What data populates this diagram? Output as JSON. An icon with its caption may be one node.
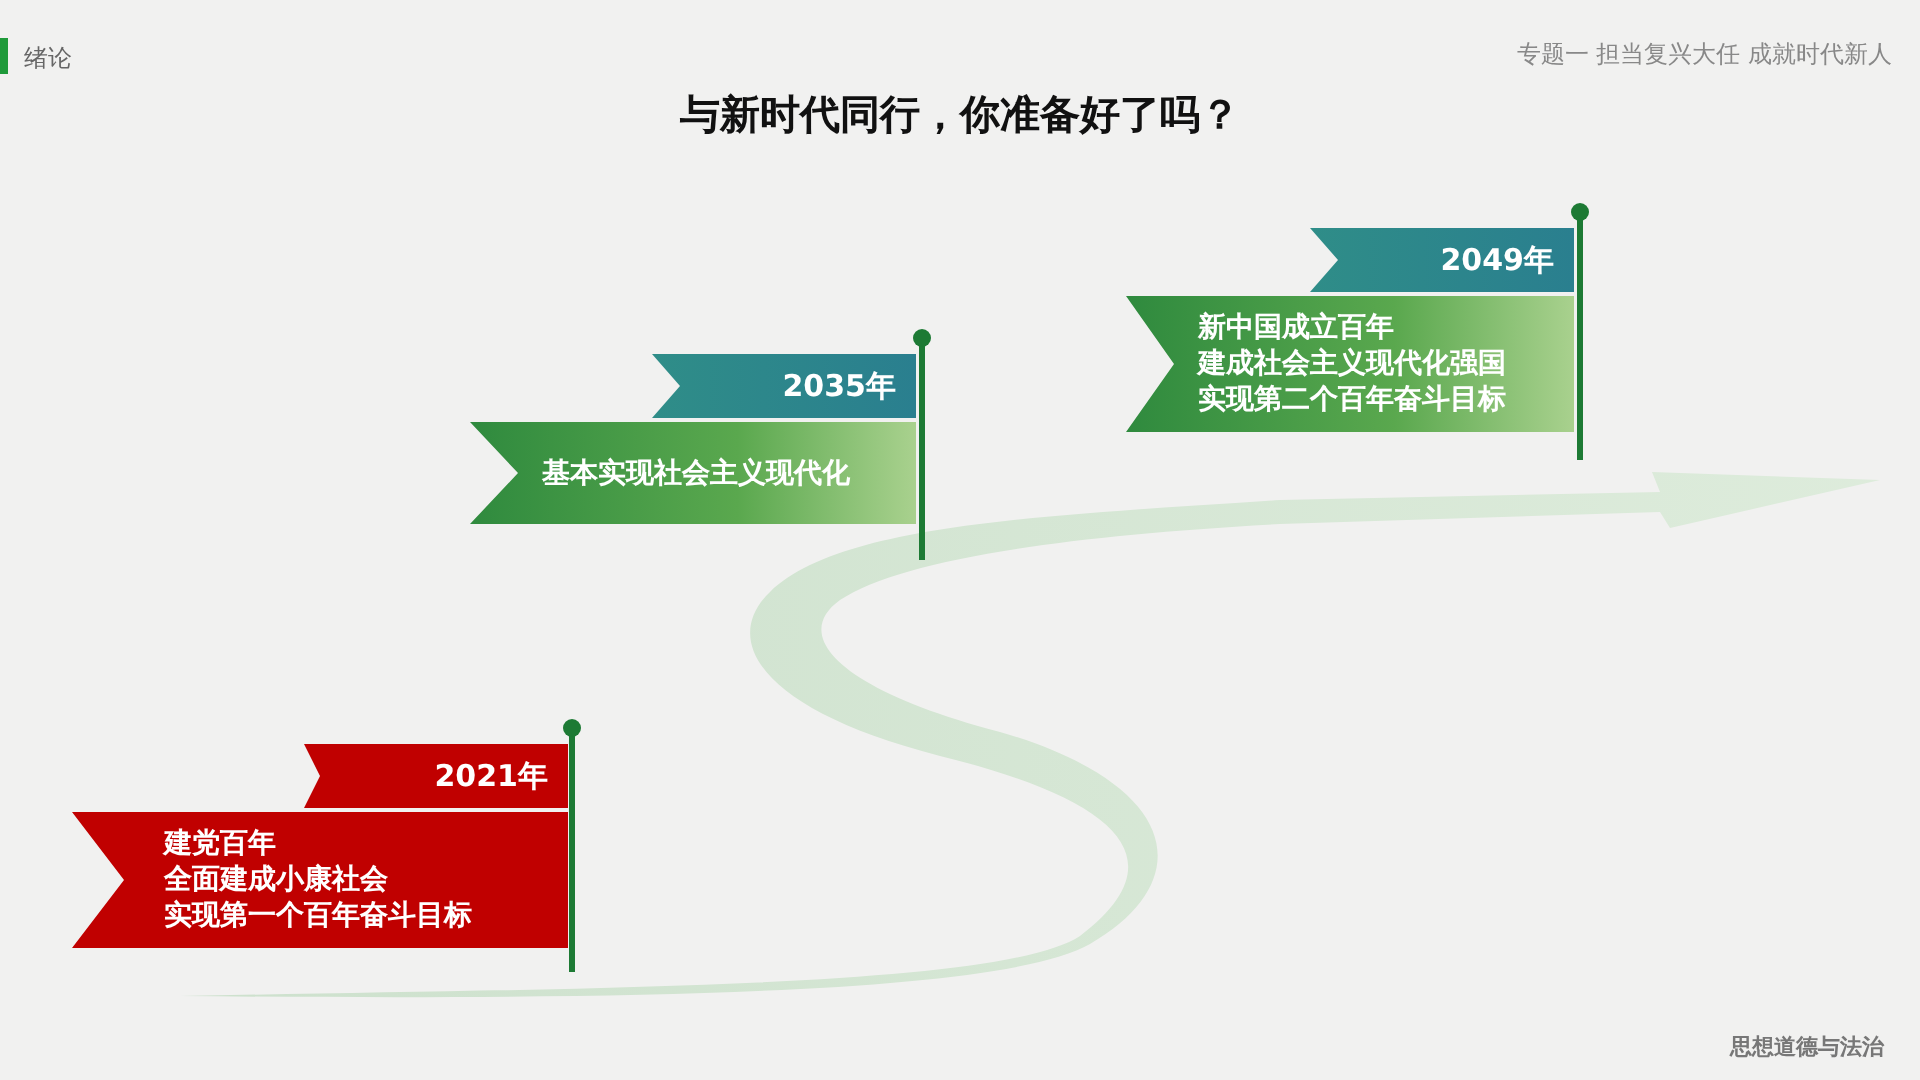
{
  "diagram": {
    "title": "与新时代同行，你准备好了吗？",
    "nodes": [
      {
        "text": [
          "2021年"
        ]
      },
      {
        "text": [
          "建党百年",
          "全面建成小康社会",
          "实现第一个百年奋斗目标"
        ]
      },
      {
        "text": [
          "2035年"
        ]
      },
      {
        "text": [
          "基本实现社会主义现代化"
        ]
      },
      {
        "text": [
          "2049年"
        ]
      },
      {
        "text": [
          "新中国成立百年",
          "建成社会主义现代化强国",
          "实现第二个百年奋斗目标"
        ]
      }
    ],
    "labels": [
      "绪论",
      "专题一 担当复兴大任 成就时代新人",
      "思想道德与法治"
    ]
  }
}
